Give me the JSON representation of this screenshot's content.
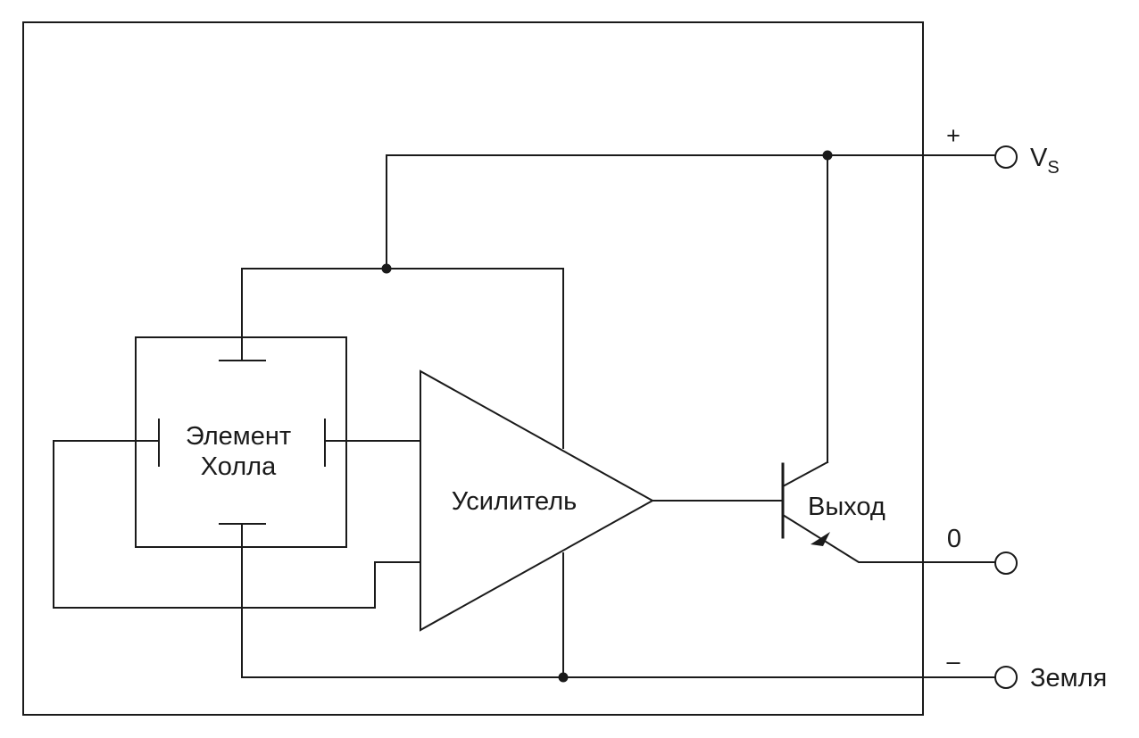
{
  "hall_element": {
    "label_line1": "Элемент",
    "label_line2": "Холла"
  },
  "amplifier": {
    "label": "Усилитель"
  },
  "transistor": {
    "label": "Выход"
  },
  "terminals": {
    "supply": {
      "sign": "+",
      "name": "V",
      "subscript": "S"
    },
    "output": {
      "name": "0"
    },
    "ground": {
      "sign": "–",
      "name": "Земля"
    }
  }
}
